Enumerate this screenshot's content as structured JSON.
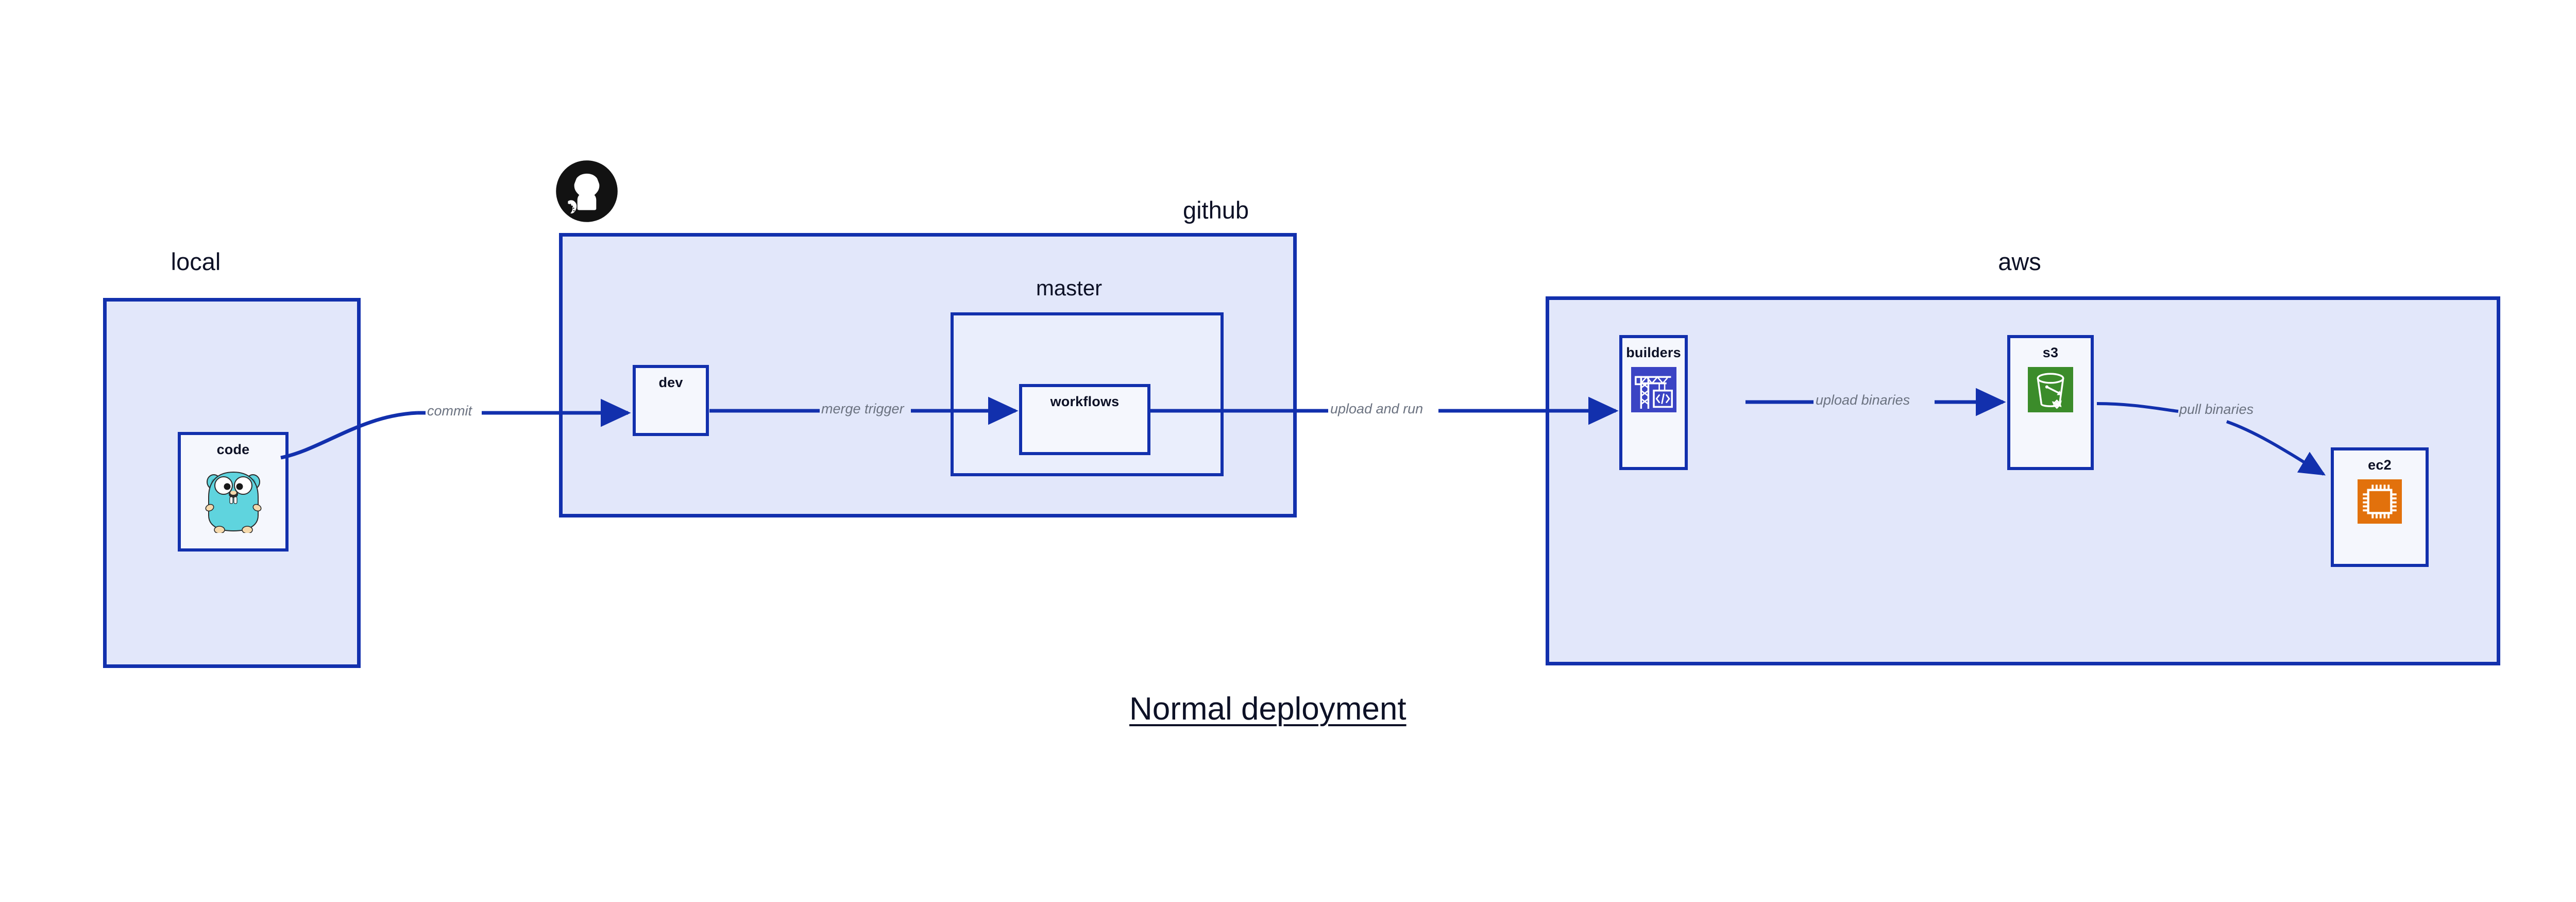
{
  "diagram": {
    "title": "Normal deployment",
    "zones": [
      {
        "id": "local",
        "label": "local"
      },
      {
        "id": "github",
        "label": "github"
      },
      {
        "id": "aws",
        "label": "aws"
      }
    ],
    "subzones": [
      {
        "id": "master",
        "label": "master",
        "parent": "github"
      }
    ],
    "nodes": [
      {
        "id": "code",
        "label": "code",
        "zone": "local",
        "icon": "go-gopher-icon"
      },
      {
        "id": "dev",
        "label": "dev",
        "zone": "github",
        "icon": null
      },
      {
        "id": "workflows",
        "label": "workflows",
        "zone": "master",
        "icon": null
      },
      {
        "id": "builders",
        "label": "builders",
        "zone": "aws",
        "icon": "crane-code-icon"
      },
      {
        "id": "s3",
        "label": "s3",
        "zone": "aws",
        "icon": "s3-bucket-icon"
      },
      {
        "id": "ec2",
        "label": "ec2",
        "zone": "aws",
        "icon": "cpu-chip-icon"
      }
    ],
    "edges": [
      {
        "id": "commit",
        "from": "code",
        "to": "dev",
        "label": "commit"
      },
      {
        "id": "merge-trigger",
        "from": "dev",
        "to": "workflows",
        "label": "merge trigger"
      },
      {
        "id": "upload-and-run",
        "from": "workflows",
        "to": "builders",
        "label": "upload and run"
      },
      {
        "id": "upload-binaries",
        "from": "builders",
        "to": "s3",
        "label": "upload binaries"
      },
      {
        "id": "pull-binaries",
        "from": "s3",
        "to": "ec2",
        "label": "pull binaries"
      }
    ],
    "logos": [
      {
        "id": "github-logo",
        "name": "github-octocat-logo",
        "zone": "github"
      }
    ],
    "colors": {
      "border": "#1230ad",
      "zone_fill": "#e2e7fa",
      "subzone_fill": "#eaeefc",
      "node_fill": "#f5f7fd",
      "edge_line": "#1230ad",
      "edge_label_text": "#6b7280",
      "title_text": "#0d1126",
      "builders_icon_bg": "#3b44c4",
      "s3_icon_bg": "#3b8c2a",
      "ec2_icon_bg": "#e2710c",
      "gopher_body": "#5fd4de",
      "github_logo": "#121212"
    }
  }
}
